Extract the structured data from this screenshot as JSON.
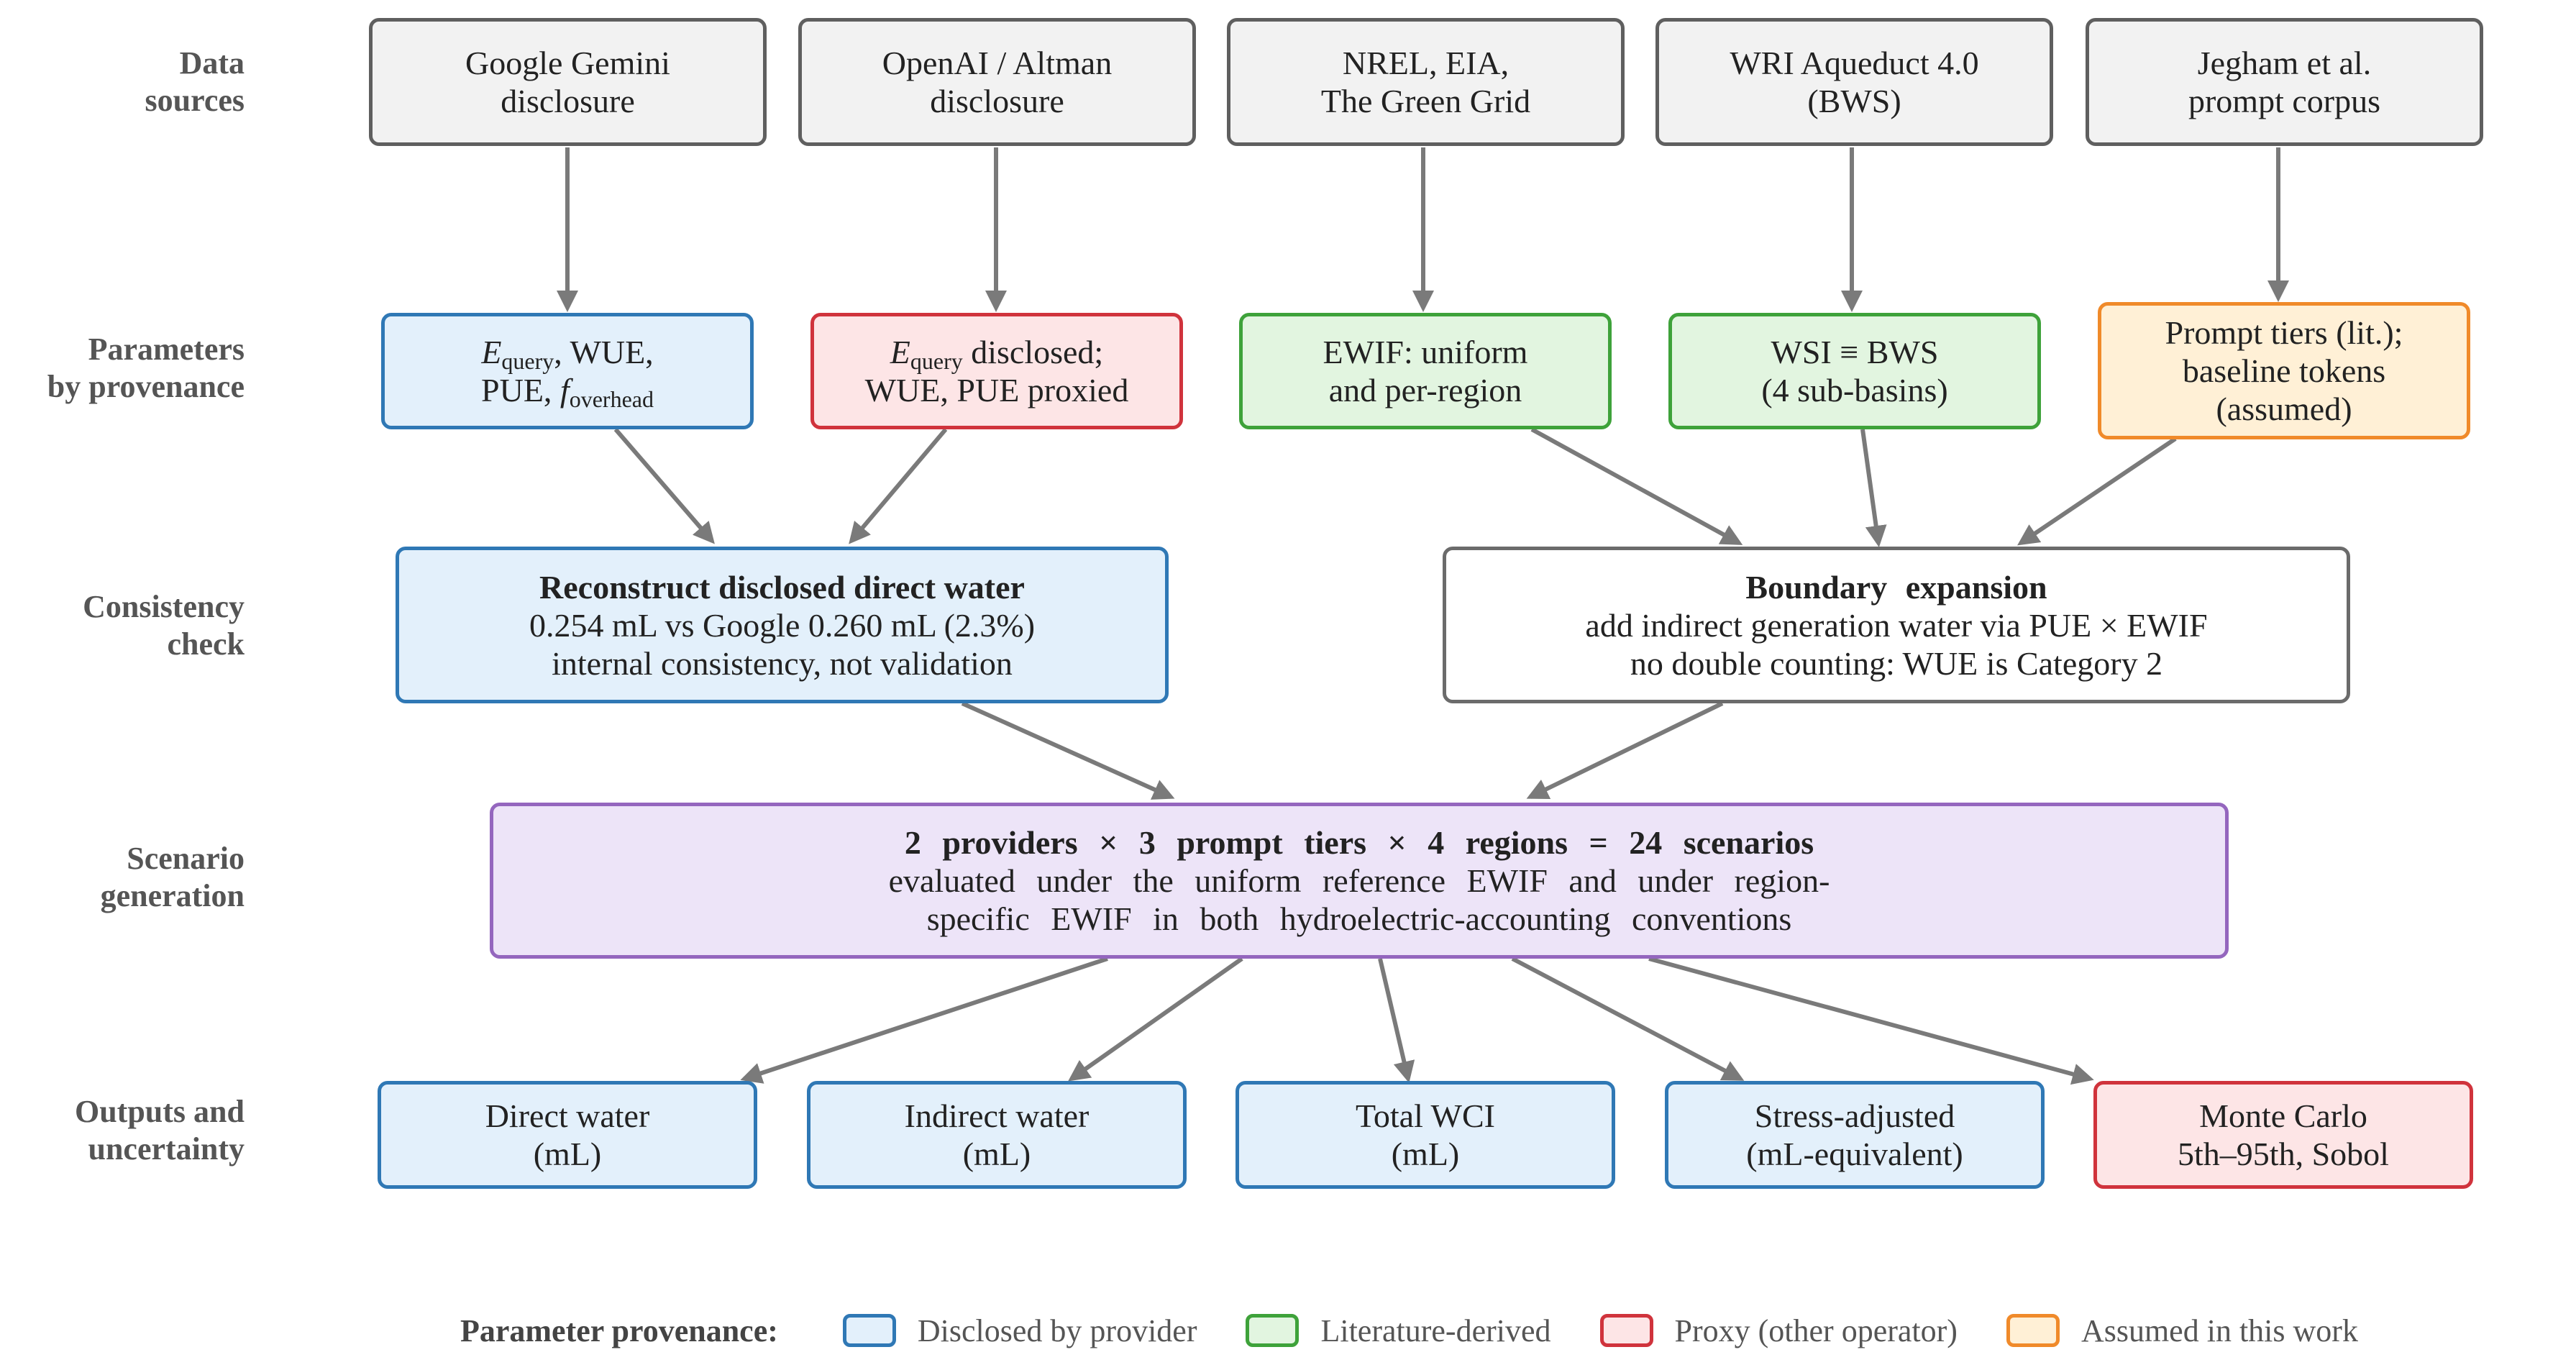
{
  "row_labels": {
    "data_sources": [
      "Data",
      "sources"
    ],
    "parameters": [
      "Parameters",
      "by provenance"
    ],
    "consistency": [
      "Consistency",
      "check"
    ],
    "scenario": [
      "Scenario",
      "generation"
    ],
    "outputs": [
      "Outputs and",
      "uncertainty"
    ]
  },
  "sources": [
    {
      "line1": "Google Gemini",
      "line2": "disclosure"
    },
    {
      "line1": "OpenAI / Altman",
      "line2": "disclosure"
    },
    {
      "line1": "NREL, EIA,",
      "line2": "The Green Grid"
    },
    {
      "line1": "WRI Aqueduct 4.0",
      "line2": "(BWS)"
    },
    {
      "line1": "Jegham et al.",
      "line2": "prompt corpus"
    }
  ],
  "params": {
    "google": {
      "e": "E",
      "e_sub": "query",
      "line1_rest": ", WUE,",
      "line2_pre": "PUE, ",
      "f": "f",
      "f_sub": "overhead"
    },
    "openai": {
      "e": "E",
      "e_sub": "query",
      "line1_rest": " disclosed;",
      "line2": "WUE, PUE proxied"
    },
    "ewif": {
      "line1": "EWIF: uniform",
      "line2": "and per-region"
    },
    "wsi": {
      "line1": "WSI ≡ BWS",
      "line2": "(4 sub-basins)"
    },
    "prompt": {
      "line1": "Prompt tiers (lit.);",
      "line2": "baseline tokens",
      "line3": "(assumed)"
    }
  },
  "consistency": {
    "reconstruct": {
      "title": "Reconstruct disclosed direct water",
      "line2": "0.254 mL vs Google 0.260 mL (2.3%)",
      "line3": "internal consistency, not validation"
    },
    "boundary": {
      "title": "Boundary expansion",
      "line2": "add indirect generation water via PUE × EWIF",
      "line3": "no double counting: WUE is Category 2"
    }
  },
  "scenario": {
    "title": "2 providers × 3 prompt tiers × 4 regions = 24 scenarios",
    "line2": "evaluated under the uniform reference EWIF and under region-",
    "line3": "specific EWIF in both hydroelectric-accounting conventions"
  },
  "outputs": [
    {
      "line1": "Direct water",
      "line2": "(mL)"
    },
    {
      "line1": "Indirect water",
      "line2": "(mL)"
    },
    {
      "line1": "Total WCI",
      "line2": "(mL)"
    },
    {
      "line1": "Stress-adjusted",
      "line2": "(mL-equivalent)"
    },
    {
      "line1": "Monte Carlo",
      "line2": "5th–95th, Sobol"
    }
  ],
  "legend": {
    "title": "Parameter provenance:",
    "items": [
      {
        "label": "Disclosed by provider",
        "color": "#2f78b5",
        "fill": "#e3f0fb"
      },
      {
        "label": "Literature-derived",
        "color": "#3ea23a",
        "fill": "#e2f5e0"
      },
      {
        "label": "Proxy (other operator)",
        "color": "#d0333c",
        "fill": "#fde5e6"
      },
      {
        "label": "Assumed in this work",
        "color": "#f08a2a",
        "fill": "#fff0d6"
      }
    ]
  },
  "colors": {
    "arrow": "#7a7a7a",
    "disclosed": "#2f78b5",
    "literature": "#3ea23a",
    "proxy": "#d0333c",
    "assumed": "#f08a2a",
    "scenario": "#9466be",
    "source": "#5f5f5f"
  }
}
